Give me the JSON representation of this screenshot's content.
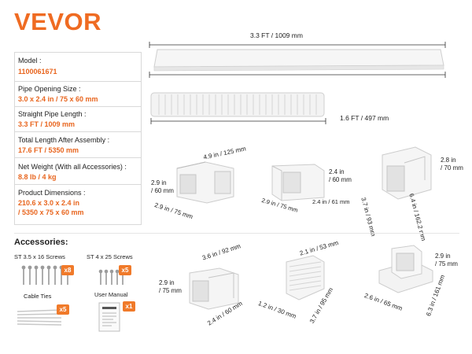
{
  "brand": {
    "logo": "VEVOR",
    "color": "#ef6b22"
  },
  "specs": [
    {
      "label": "Model :",
      "value": "1100061671"
    },
    {
      "label": "Pipe Opening Size :",
      "value": "3.0 x 2.4 in / 75 x 60 mm"
    },
    {
      "label": "Straight Pipe Length :",
      "value": "3.3 FT / 1009 mm"
    },
    {
      "label": "Total Length After Assembly :",
      "value": "17.6 FT / 5350 mm"
    },
    {
      "label": "Net Weight (With all Accessories) :",
      "value": "8.8 lb / 4 kg"
    },
    {
      "label": "Product Dimensions :",
      "value": "210.6 x 3.0 x 2.4 in",
      "value2": "/ 5350 x 75 x 60 mm"
    }
  ],
  "dimensions": {
    "straight_pipe": "3.3 FT / 1009 mm",
    "flex_pipe": "1.6 FT / 497 mm",
    "elbow_top": "4.9 in / 125 mm",
    "elbow_left_a": "2.9 in",
    "elbow_left_b": "/ 60 mm",
    "elbow_bottom": "2.9 in / 75 mm",
    "coupler_right_a": "2.4 in",
    "coupler_right_b": "/ 60 mm",
    "coupler_bottom_left": "2.9 in / 75 mm",
    "coupler_bottom_right": "2.4 in / 61 mm",
    "wallcap_right_a": "2.8 in",
    "wallcap_right_b": "/ 70 mm",
    "wallcap_bottom_left": "3.7 in / 93 mm",
    "wallcap_bottom_right": "6.4 in / 162.2 mm",
    "tee_top": "3.6 in / 92 mm",
    "tee_left_a": "2.9 in",
    "tee_left_b": "/ 75 mm",
    "tee_bottom": "2.4 in / 60 mm",
    "flexcoupler_top": "2.1 in / 53 mm",
    "flexcoupler_bottom_left": "1.2 in / 30 mm",
    "flexcoupler_bottom_right": "3.7 in / 95 mm",
    "endcap_right_a": "2.9 in",
    "endcap_right_b": "/ 75 mm",
    "endcap_bottom_left": "2.6 in / 65 mm",
    "endcap_bottom_right": "6.3 in / 161 mm"
  },
  "accessories": {
    "title": "Accessories:",
    "items": [
      {
        "label": "ST 3.5 x 16 Screws",
        "qty": "x8"
      },
      {
        "label": "ST 4 x 25 Screws",
        "qty": "x5"
      },
      {
        "label": "Cable Ties",
        "qty": "x5"
      },
      {
        "label": "User Manual",
        "qty": "x1"
      }
    ]
  },
  "colors": {
    "accent": "#ef6b22",
    "badge": "#f07a2a",
    "part_white": "#f4f4f4",
    "part_edge": "#c9c9c9"
  }
}
